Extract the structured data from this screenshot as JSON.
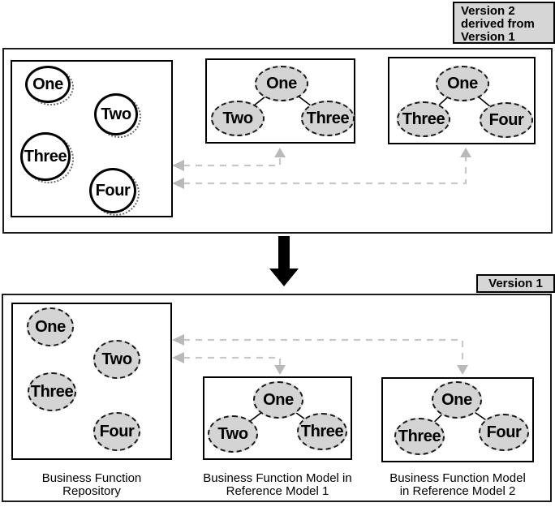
{
  "version_labels": {
    "v2": "Version 2\nderived from\nVersion 1",
    "v1": "Version 1"
  },
  "top_section": {
    "repository": {
      "items": [
        "One",
        "Two",
        "Three",
        "Four"
      ]
    },
    "model1": {
      "items": [
        "One",
        "Two",
        "Three"
      ]
    },
    "model2": {
      "items": [
        "One",
        "Three",
        "Four"
      ]
    }
  },
  "bottom_section": {
    "repository": {
      "items": [
        "One",
        "Two",
        "Three",
        "Four"
      ],
      "caption": "Business Function\nRepository"
    },
    "model1": {
      "items": [
        "One",
        "Two",
        "Three"
      ],
      "caption": "Business Function Model in\nReference Model 1"
    },
    "model2": {
      "items": [
        "One",
        "Three",
        "Four"
      ],
      "caption": "Business Function Model\nin Reference Model 2"
    }
  },
  "colors": {
    "node_fill": "#d4d4d4",
    "version_label_bg": "#d6d6d6",
    "connector_dash": "#c8c8c8",
    "connector_arrowhead": "#b9b9b9",
    "outline": "#000000",
    "derivation_arrow": "#000000"
  }
}
